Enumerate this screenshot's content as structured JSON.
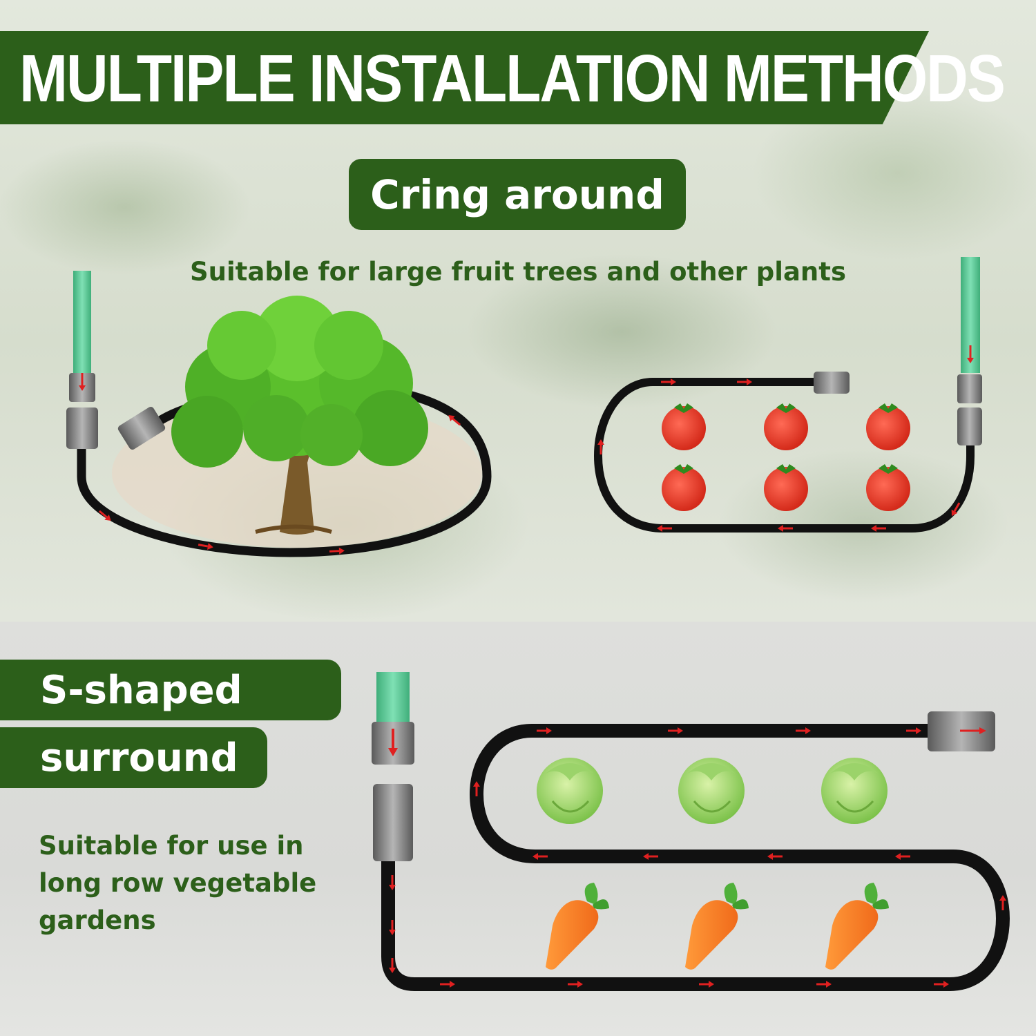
{
  "title": "MULTIPLE INSTALLATION METHODS",
  "section_circle": {
    "label": "Cring around",
    "description": "Suitable for large fruit trees and other plants"
  },
  "section_s_shape": {
    "label_line1": "S-shaped",
    "label_line2": "surround",
    "description_lines": [
      "Suitable for use in",
      "long row vegetable",
      "gardens"
    ]
  },
  "illustrations": {
    "tree": "tree-icon",
    "tomato": "tomato-icon",
    "cabbage": "cabbage-icon",
    "carrot": "carrot-icon",
    "hose": "soaker-hose",
    "faucet": "faucet-connector-icon",
    "flow_arrow": "flow-arrow-icon"
  },
  "colors": {
    "banner_green": "#2c5f1a",
    "text_white": "#ffffff",
    "hose_black": "#111111",
    "flow_arrow_red": "#e02020",
    "faucet_green": "#5fcf9a"
  }
}
